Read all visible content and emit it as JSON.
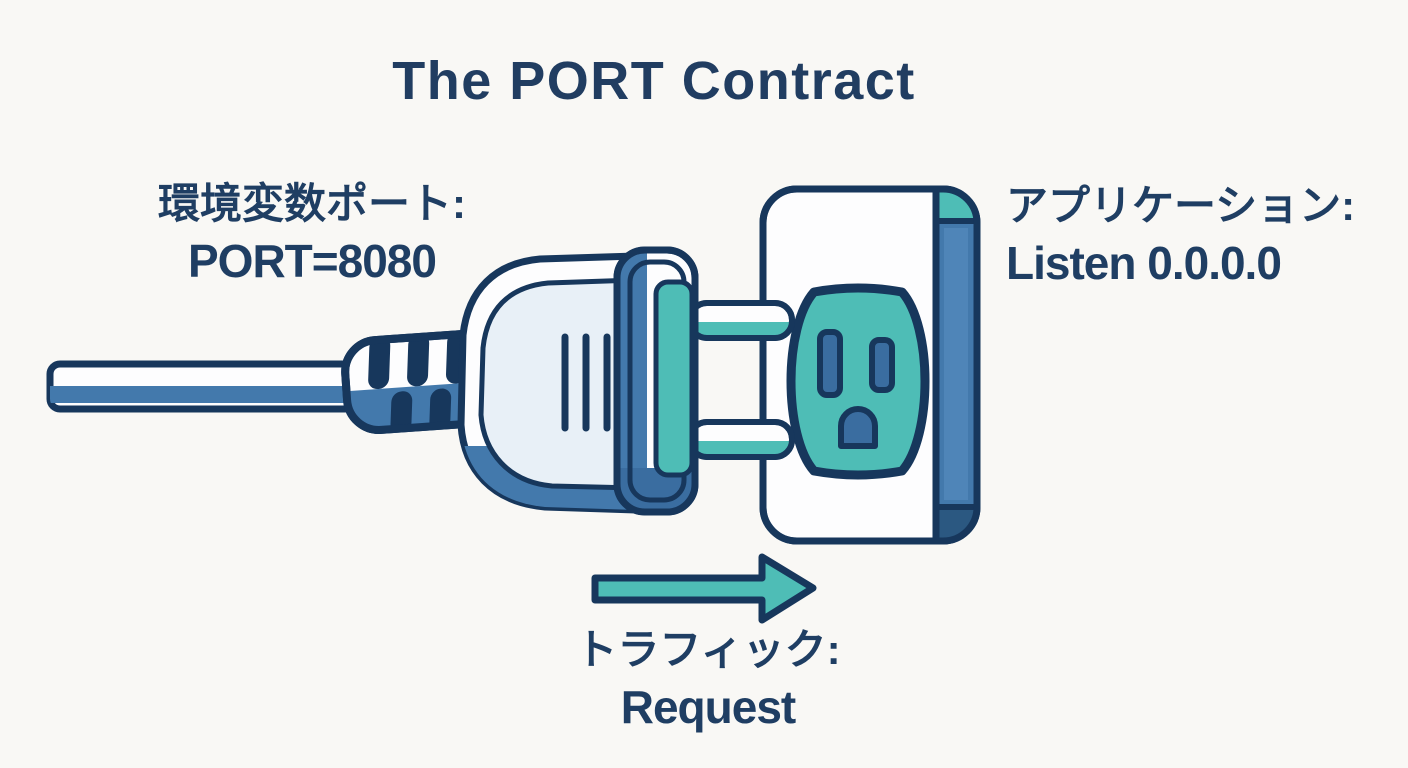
{
  "title": "The PORT Contract",
  "labels": {
    "env_port": {
      "line1": "環境変数ポート:",
      "line2": "PORT=8080"
    },
    "application": {
      "line1": "アプリケーション:",
      "line2": "Listen 0.0.0.0"
    },
    "traffic": {
      "line1": "トラフィック:",
      "line2": "Request"
    }
  },
  "icons": {
    "plug": "power-plug-icon",
    "outlet": "power-outlet-icon",
    "arrow": "right-arrow-icon"
  },
  "colors": {
    "outline_navy": "#17375c",
    "text_navy": "#1f3e63",
    "blue": "#4379ac",
    "dark_blue": "#2b5881",
    "slot_blue": "#3a6da0",
    "teal": "#4ebdb6",
    "light_body": "#e8f0f7",
    "white": "#fdfdfe",
    "background": "#f9f8f5"
  }
}
